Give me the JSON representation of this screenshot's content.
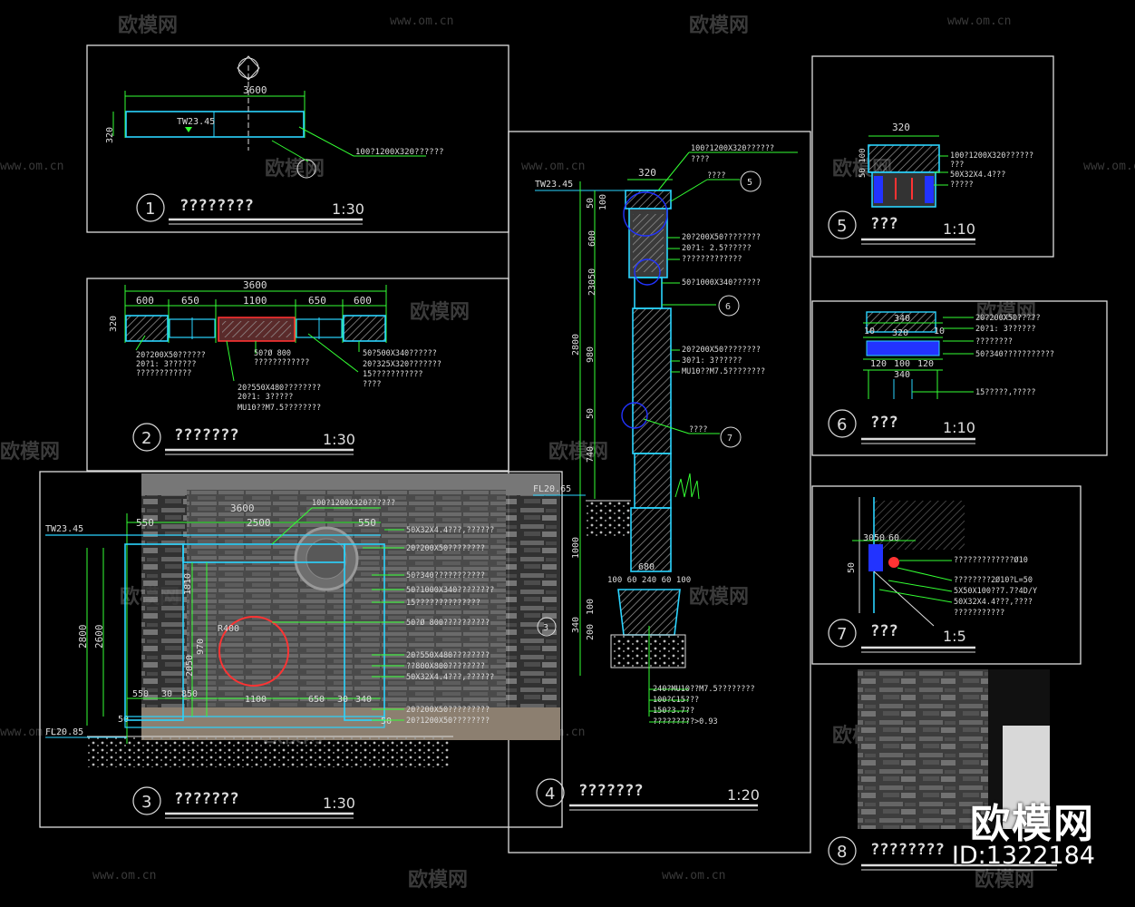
{
  "watermarks": {
    "brand_cn": "欧模网",
    "url": "www.om.cn"
  },
  "brand_overlay": {
    "name": "欧模网",
    "id": "ID:1322184"
  },
  "panels": [
    {
      "num": "1",
      "title": "????????",
      "scale": "1:30"
    },
    {
      "num": "2",
      "title": "???????",
      "scale": "1:30"
    },
    {
      "num": "3",
      "title": "???????",
      "scale": "1:30"
    },
    {
      "num": "4",
      "title": "???????",
      "scale": "1:20"
    },
    {
      "num": "5",
      "title": "???",
      "scale": "1:10"
    },
    {
      "num": "6",
      "title": "???",
      "scale": "1:10"
    },
    {
      "num": "7",
      "title": "???",
      "scale": "1:5"
    },
    {
      "num": "8",
      "title": "????????",
      "scale": ""
    }
  ],
  "panel1": {
    "dim_total": "3600",
    "dim_h": "320",
    "elev": "TW23.45",
    "note": "100?1200X320??????"
  },
  "panel2": {
    "dim_total": "3600",
    "dims": [
      "600",
      "650",
      "1100",
      "650",
      "600"
    ],
    "dim_h": "320",
    "notes_left": [
      "20?200X50??????",
      "20?1: 3??????",
      "????????????"
    ],
    "notes_mid": [
      "50?Ø 800",
      "????????????"
    ],
    "notes_bottom": [
      "20?550X480????????",
      "20?1: 3?????",
      "MU10??M7.5????????"
    ],
    "notes_right": [
      "50?500X340??????",
      "20?325X320???????",
      "15???????????",
      "????"
    ]
  },
  "panel3": {
    "dims_top": [
      "3600",
      "2500",
      "550",
      "550"
    ],
    "dims_left": [
      "2800",
      "2600",
      "50"
    ],
    "dims_bottom": [
      "550",
      "30",
      "850",
      "1100",
      "650",
      "30",
      "340",
      "50"
    ],
    "elev_top": "TW23.45",
    "elev_bottom": "FL20.85",
    "radius": "R400",
    "inner_v": [
      "2050",
      "970",
      "1810"
    ],
    "notes": [
      "100?1200X320??????",
      "50X32X4.4???,??????",
      "20?200X50????????",
      "50?340???????????",
      "50?1000X340????????",
      "15??????????????",
      "50?Ø 800??????????",
      "20?550X480????????",
      "??800X800????????",
      "50X32X4.4???,??????",
      "20?200X50?????????",
      "20?1200X50????????"
    ]
  },
  "panel4": {
    "dims_top": [
      "320"
    ],
    "dims_left": [
      "50",
      "100",
      "600",
      "23050",
      "2800",
      "980",
      "50",
      "740",
      "1000",
      "340",
      "100",
      "200"
    ],
    "dim_base": "680",
    "dim_base2": "100 60 240 60 100",
    "elev_top": "TW23.45",
    "elev_bottom": "FL20.65",
    "notes_top": [
      "100?1200X320??????",
      "????"
    ],
    "note_5": "????",
    "notes_a": [
      "20?200X50????????",
      "20?1: 2.5??????",
      "?????????????"
    ],
    "note_b": "50?1000X340??????",
    "notes_c": [
      "20?200X50????????",
      "30?1: 3??????",
      "MU10??M7.5????????"
    ],
    "note_d": "????",
    "notes_e": [
      "240?MU10??M7.5????????",
      "100?C15???",
      "150?3.7??",
      "?????????>0.93"
    ],
    "ref5": "5",
    "ref6": "6",
    "ref7": "7",
    "ref3": "3"
  },
  "panel5": {
    "dim": "320",
    "dim_v": "50 100",
    "notes": [
      "100?1200X320??????",
      "???",
      "50X32X4.4???",
      "?????"
    ]
  },
  "panel6": {
    "dims_top": [
      "340",
      "10",
      "320",
      "10"
    ],
    "dims_bottom": [
      "120",
      "100",
      "120",
      "340"
    ],
    "notes": [
      "20?200X50?????",
      "20?1: 3??????",
      "????????",
      "50?340???????????",
      "15?????,?????"
    ]
  },
  "panel7": {
    "dims": [
      "30",
      "50",
      "60",
      "50"
    ],
    "notes": [
      "?????????????Ø10",
      "????????2Ø10?L=50",
      "5X50X100??7.7?4D/Y",
      "50X32X4.4???,????",
      "???????????"
    ]
  }
}
